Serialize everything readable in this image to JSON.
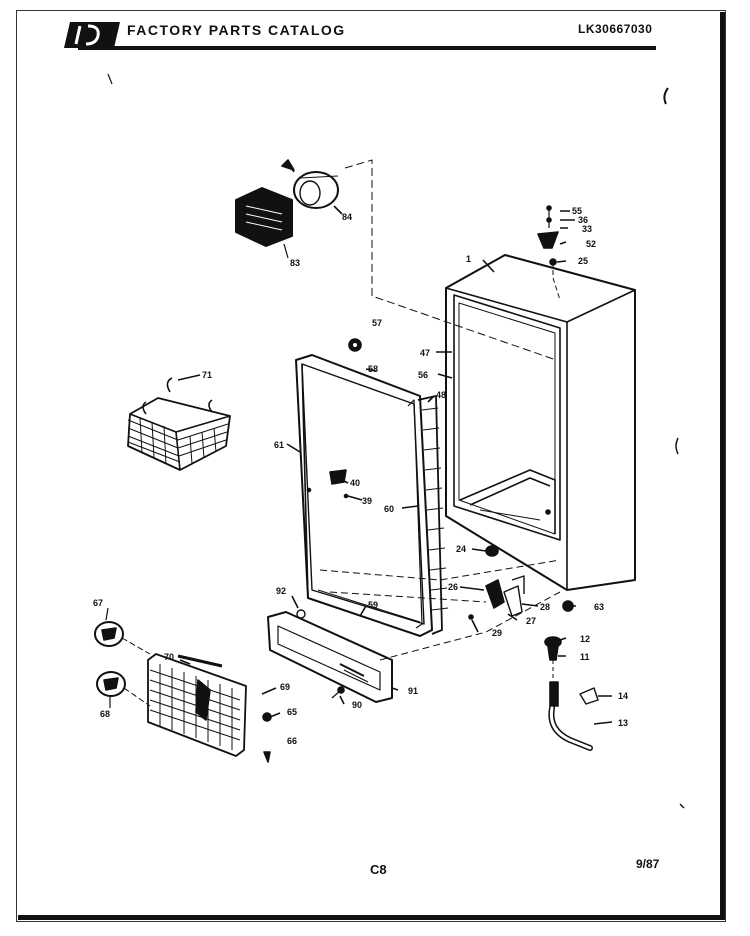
{
  "header": {
    "title": "FACTORY PARTS CATALOG",
    "catalog_code": "LK30667030"
  },
  "footer": {
    "page_code": "C8",
    "date": "9/87"
  },
  "part_labels": [
    "1",
    "55",
    "36",
    "33",
    "52",
    "25",
    "84",
    "83",
    "57",
    "47",
    "58",
    "56",
    "71",
    "48",
    "61",
    "40",
    "39",
    "60",
    "24",
    "26",
    "28",
    "27",
    "63",
    "29",
    "92",
    "59",
    "12",
    "11",
    "67",
    "70",
    "91",
    "69",
    "14",
    "90",
    "65",
    "13",
    "68",
    "66"
  ]
}
